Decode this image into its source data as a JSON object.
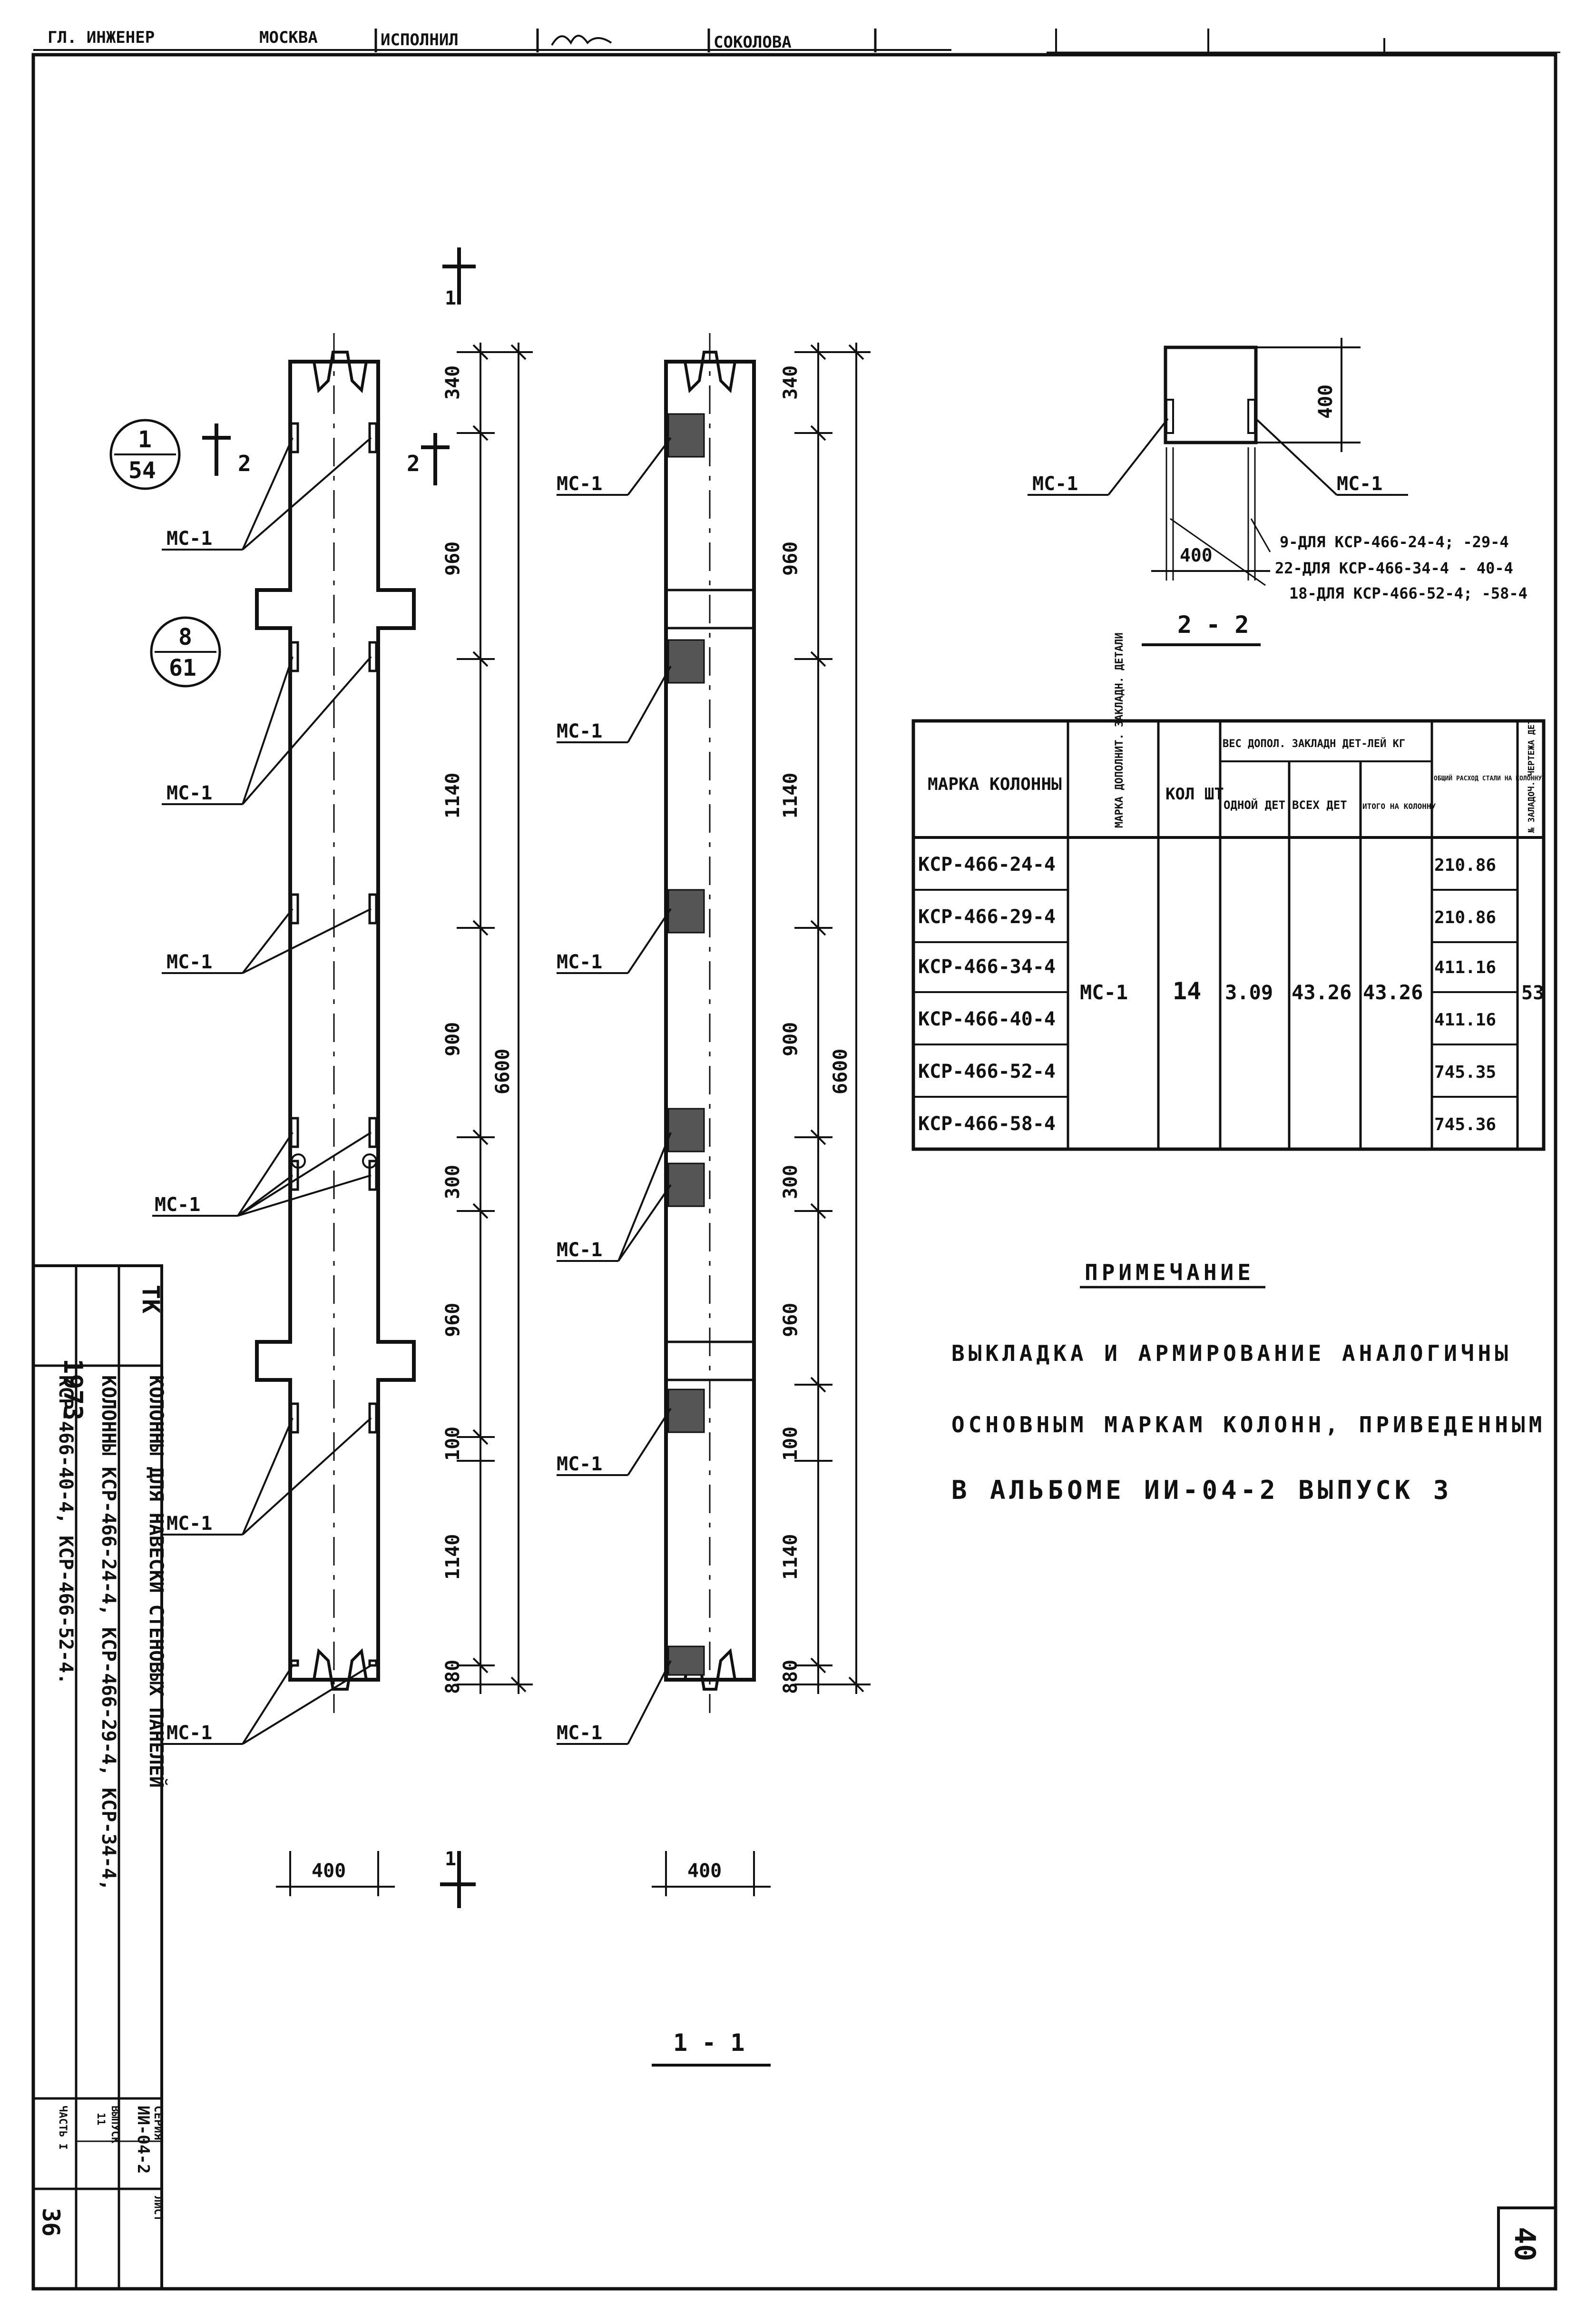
{
  "top_strip": {
    "left_text": "ГЛ. ИНЖЕНЕР",
    "city": "МОСКВА",
    "role": "ИСПОЛНИЛ",
    "surname": "СОКОЛОВА"
  },
  "sections": {
    "main_cut_mark": "1",
    "section_1_1": "1 - 1",
    "section_2_2": "2 - 2",
    "cut_mark_2": "2"
  },
  "callouts": [
    {
      "num": "1",
      "sheet": "54"
    },
    {
      "num": "8",
      "sheet": "61"
    }
  ],
  "part_label": "МС-1",
  "dimensions": {
    "segments": [
      "340",
      "960",
      "1140",
      "900",
      "300",
      "960",
      "100",
      "1140",
      "880"
    ],
    "total": "6600",
    "width": "400",
    "section_height": "400",
    "section_width": "400"
  },
  "section_notes": [
    "9-ДЛЯ КСР-466-24-4; -29-4",
    "22-ДЛЯ КСР-466-34-4 - 40-4",
    "18-ДЛЯ КСР-466-52-4; -58-4"
  ],
  "table": {
    "headers": {
      "mark": "МАРКА КОЛОННЫ",
      "part_mark": "МАРКА ДОПОЛНИТ. ЗАКЛАДН. ДЕТАЛИ",
      "qty": "КОЛ ШТ",
      "weight_group": "ВЕС ДОПОЛ. ЗАКЛАДН ДЕТ-ЛЕЙ КГ",
      "one": "ОДНОЙ ДЕТ",
      "all": "ВСЕХ ДЕТ",
      "total": "ИТОГО НА КОЛОННУ",
      "steel": "ОБЩИЙ РАСХОД СТАЛИ НА КОЛОННУ",
      "drawing": "№ ЗАЛАДОЧ. ЧЕРТЕЖА ДЕТ"
    },
    "rows": [
      {
        "mark": "КСР-466-24-4",
        "steel": "210.86"
      },
      {
        "mark": "КСР-466-29-4",
        "steel": "210.86"
      },
      {
        "mark": "КСР-466-34-4",
        "steel": "411.16"
      },
      {
        "mark": "КСР-466-40-4",
        "steel": "411.16"
      },
      {
        "mark": "КСР-466-52-4",
        "steel": "745.35"
      },
      {
        "mark": "КСР-466-58-4",
        "steel": "745.36"
      }
    ],
    "shared": {
      "part": "МС-1",
      "qty": "14",
      "one": "3.09",
      "all": "43.26",
      "total": "43.26",
      "drawing": "53"
    }
  },
  "note": {
    "title": "ПРИМЕЧАНИЕ",
    "lines": [
      "ВЫКЛАДКА И АРМИРОВАНИЕ АНАЛОГИЧНЫ",
      "ОСНОВНЫМ МАРКАМ КОЛОНН, ПРИВЕДЕННЫМ",
      "В АЛЬБОМЕ ИИ-04-2 ВЫПУСК 3"
    ]
  },
  "title_block": {
    "year": "1973",
    "org": "ТК",
    "title_1": "КОЛОННЫ ДЛЯ НАВЕСКИ СТЕНОВЫХ ПАНЕЛЕЙ",
    "title_2": "КОЛОННЫ КСР-466-24-4, КСР-466-29-4, КСР-34-4,",
    "title_3": "КСР-466-40-4, КСР-466-52-4.",
    "series_label": "СЕРИЯ",
    "series": "ИИ-04-2",
    "issue_label": "ВЫПУСК",
    "issue": "11",
    "part_label": "ЧАСТЬ I",
    "sheet_label": "ЛИСТ",
    "sheet": "36"
  },
  "page_number": "40"
}
